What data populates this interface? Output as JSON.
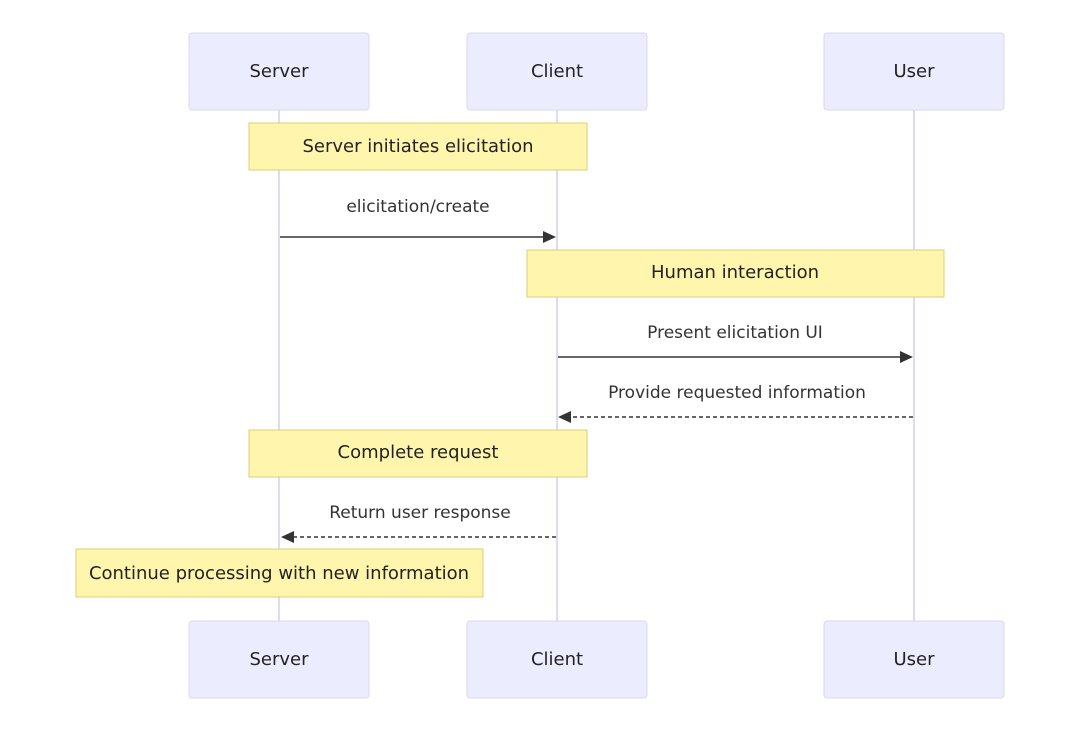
{
  "actors": {
    "server": "Server",
    "client": "Client",
    "user": "User"
  },
  "notes": {
    "server_initiates": "Server initiates elicitation",
    "human_interaction": "Human interaction",
    "complete_request": "Complete request",
    "continue_processing": "Continue processing with new information"
  },
  "messages": {
    "elicitation_create": "elicitation/create",
    "present_ui": "Present elicitation UI",
    "provide_info": "Provide requested information",
    "return_response": "Return user response"
  },
  "colors": {
    "actor_fill": "#ECECFF",
    "note_fill": "#FFF5AD",
    "line": "#333333"
  }
}
